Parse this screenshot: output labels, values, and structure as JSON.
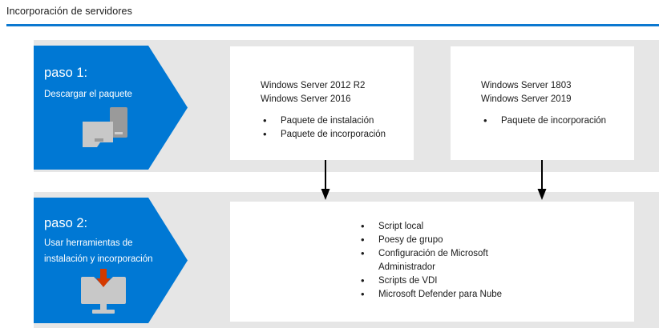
{
  "title": "Incorporación de servidores",
  "theme": {
    "accent_blue": "#0078d4",
    "rule_blue": "#0b78d0",
    "band_gray": "#e6e6e6",
    "icon_gray": "#c8c8c8",
    "icon_gray_dark": "#9a9a9a",
    "arrow_red": "#d43900",
    "text_dark": "#1a1a1a",
    "box_white": "#ffffff"
  },
  "steps": [
    {
      "label": "paso 1:",
      "description": "Descargar el paquete",
      "icon": "laptop-and-phone-icon"
    },
    {
      "label": "paso 2:",
      "description": "Usar herramientas de instalación y incorporación",
      "icon": "monitor-download-icon"
    }
  ],
  "boxes": {
    "package_2012": {
      "headings": [
        "Windows Server 2012 R2",
        "Windows Server 2016"
      ],
      "items": [
        "Paquete de instalación",
        "Paquete de incorporación"
      ]
    },
    "package_1803": {
      "headings": [
        "Windows Server 1803",
        "Windows Server 2019"
      ],
      "items": [
        "Paquete de incorporación"
      ]
    },
    "tools": {
      "items": [
        "Script local",
        "Poesy de grupo",
        "Configuración de Microsoft Administrador",
        "Scripts de VDI",
        "Microsoft Defender para Nube"
      ]
    }
  },
  "connectors": [
    {
      "name": "arrow-left",
      "from": "package_2012",
      "to": "tools"
    },
    {
      "name": "arrow-right",
      "from": "package_1803",
      "to": "tools"
    }
  ]
}
